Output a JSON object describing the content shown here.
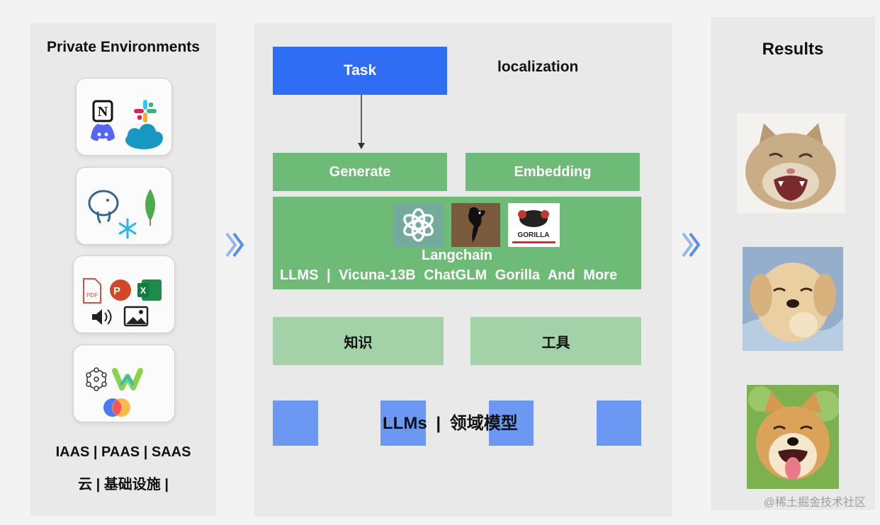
{
  "left": {
    "title": "Private Environments",
    "footer_line1": "IAAS | PAAS | SAAS",
    "footer_line2": "云 | 基础设施 |"
  },
  "middle": {
    "task_label": "Task",
    "localization_label": "localization",
    "generate_label": "Generate",
    "embedding_label": "Embedding",
    "langchain_label": "Langchain",
    "llms_line": "LLMS | Vicuna-13B ChatGLM Gorilla And More",
    "gorilla_logo_text": "GORILLA",
    "knowledge_label": "知识",
    "tools_label": "工具",
    "bottom_label": "LLMs | 领域模型"
  },
  "right": {
    "title": "Results"
  },
  "watermark": "@稀土掘金技术社区",
  "colors": {
    "task_blue": "#2f6df5",
    "green": "#6dbb77",
    "light_green": "#a4d2a8",
    "square_blue": "#6c97f2",
    "arrow_blue": "#5a8fe8"
  }
}
